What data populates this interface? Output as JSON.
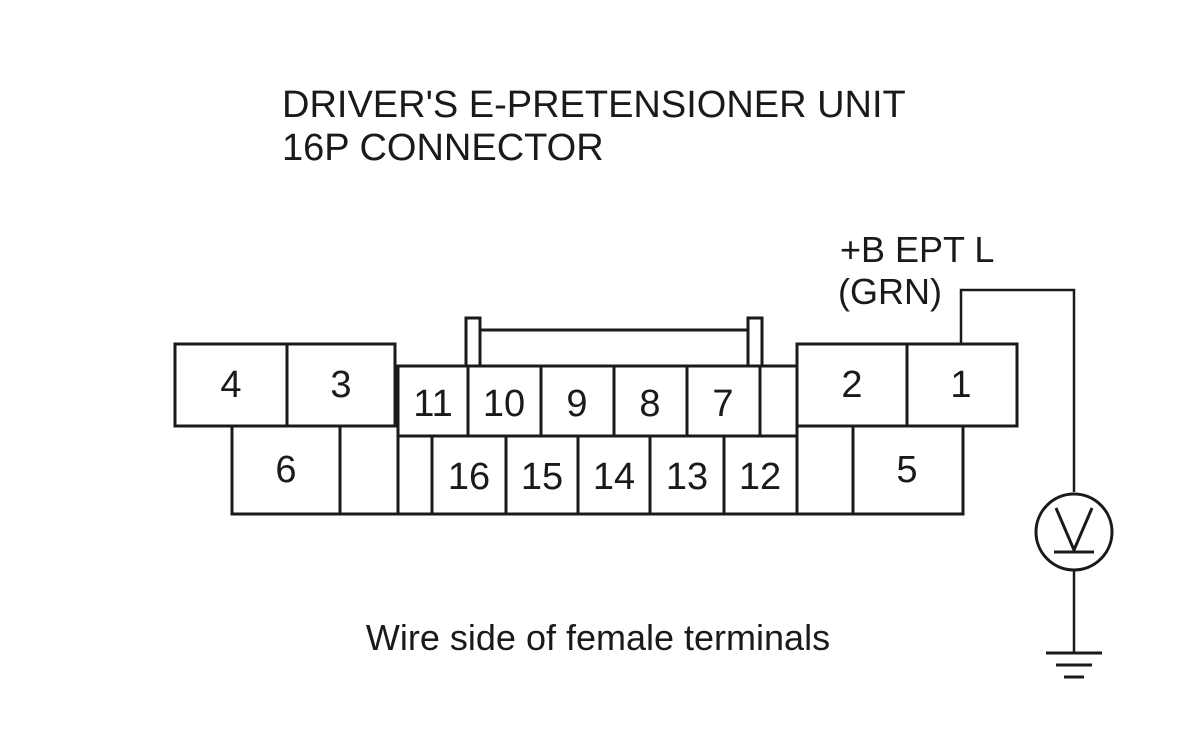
{
  "title": {
    "line1": "DRIVER'S E-PRETENSIONER UNIT",
    "line2": "16P CONNECTOR"
  },
  "probe": {
    "signal": "+B EPT L",
    "wire_color": "(GRN)",
    "terminal": "1"
  },
  "meter": {
    "symbol": "V",
    "name": "voltmeter"
  },
  "ground": {
    "name": "ground"
  },
  "connector": {
    "view": "Wire side of female terminals",
    "pins": {
      "p1": "1",
      "p2": "2",
      "p3": "3",
      "p4": "4",
      "p5": "5",
      "p6": "6",
      "p7": "7",
      "p8": "8",
      "p9": "9",
      "p10": "10",
      "p11": "11",
      "p12": "12",
      "p13": "13",
      "p14": "14",
      "p15": "15",
      "p16": "16"
    }
  }
}
